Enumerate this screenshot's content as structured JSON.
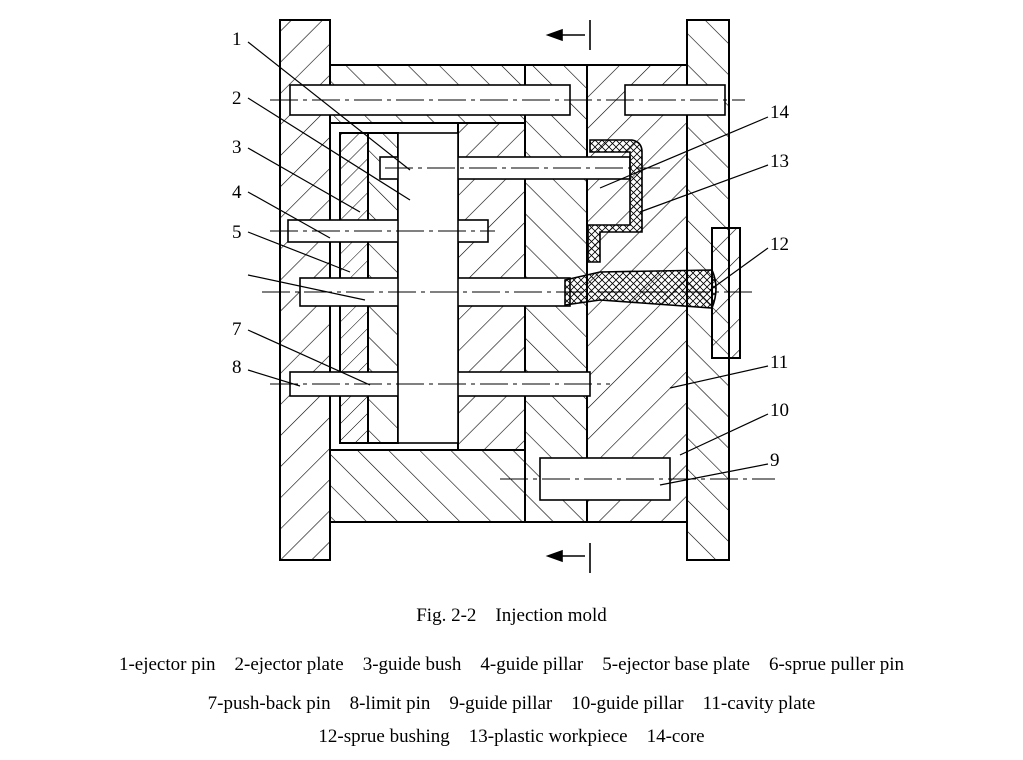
{
  "figure": {
    "caption_number": "Fig. 2-2",
    "caption_title": "Injection mold",
    "callouts": [
      "1",
      "2",
      "3",
      "4",
      "5",
      "7",
      "8",
      "14",
      "13",
      "12",
      "11",
      "10",
      "9"
    ],
    "legend_rows": [
      [
        "1-ejector pin",
        "2-ejector plate",
        "3-guide bush",
        "4-guide pillar",
        "5-ejector base plate",
        "6-sprue puller pin"
      ],
      [
        "7-push-back pin",
        "8-limit pin",
        "9-guide pillar",
        "10-guide pillar",
        "11-cavity plate"
      ],
      [
        "12-sprue bushing",
        "13-plastic workpiece",
        "14-core"
      ]
    ]
  }
}
